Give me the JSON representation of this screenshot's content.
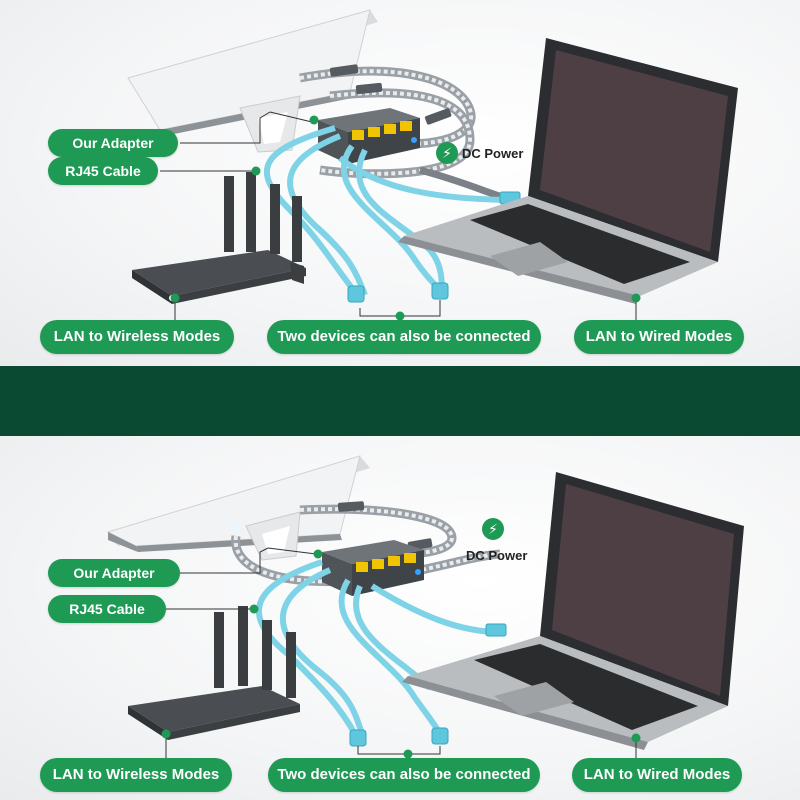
{
  "accent_color": "#1e9a55",
  "divider_color": "#0a4a32",
  "icons": {
    "power": "lightning-bolt-icon"
  },
  "top_panel": {
    "our_adapter": "Our Adapter",
    "rj45_cable": "RJ45 Cable",
    "dc_power": "DC Power",
    "lan_wireless": "LAN to Wireless Modes",
    "two_devices": "Two devices can also be connected",
    "lan_wired": "LAN to Wired Modes"
  },
  "bottom_panel": {
    "our_adapter": "Our Adapter",
    "rj45_cable": "RJ45 Cable",
    "dc_power": "DC Power",
    "lan_wireless": "LAN to Wireless Modes",
    "two_devices": "Two devices can also be connected",
    "lan_wired": "LAN to Wired Modes"
  }
}
